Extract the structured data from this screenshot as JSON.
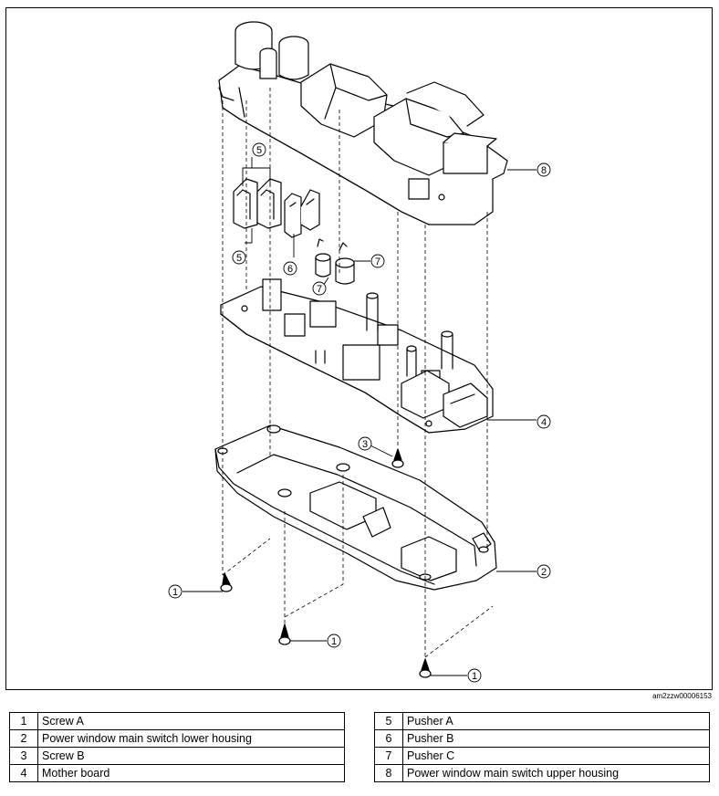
{
  "diagram": {
    "code": "am2zzw00006153",
    "callouts": {
      "c1": "1",
      "c2": "2",
      "c3": "3",
      "c4": "4",
      "c5": "5",
      "c6": "6",
      "c7": "7",
      "c8": "8"
    }
  },
  "parts_left": [
    {
      "num": "1",
      "name": "Screw A"
    },
    {
      "num": "2",
      "name": "Power window main switch lower housing"
    },
    {
      "num": "3",
      "name": "Screw B"
    },
    {
      "num": "4",
      "name": "Mother board"
    }
  ],
  "parts_right": [
    {
      "num": "5",
      "name": "Pusher A"
    },
    {
      "num": "6",
      "name": "Pusher B"
    },
    {
      "num": "7",
      "name": "Pusher C"
    },
    {
      "num": "8",
      "name": "Power window main switch upper housing"
    }
  ]
}
